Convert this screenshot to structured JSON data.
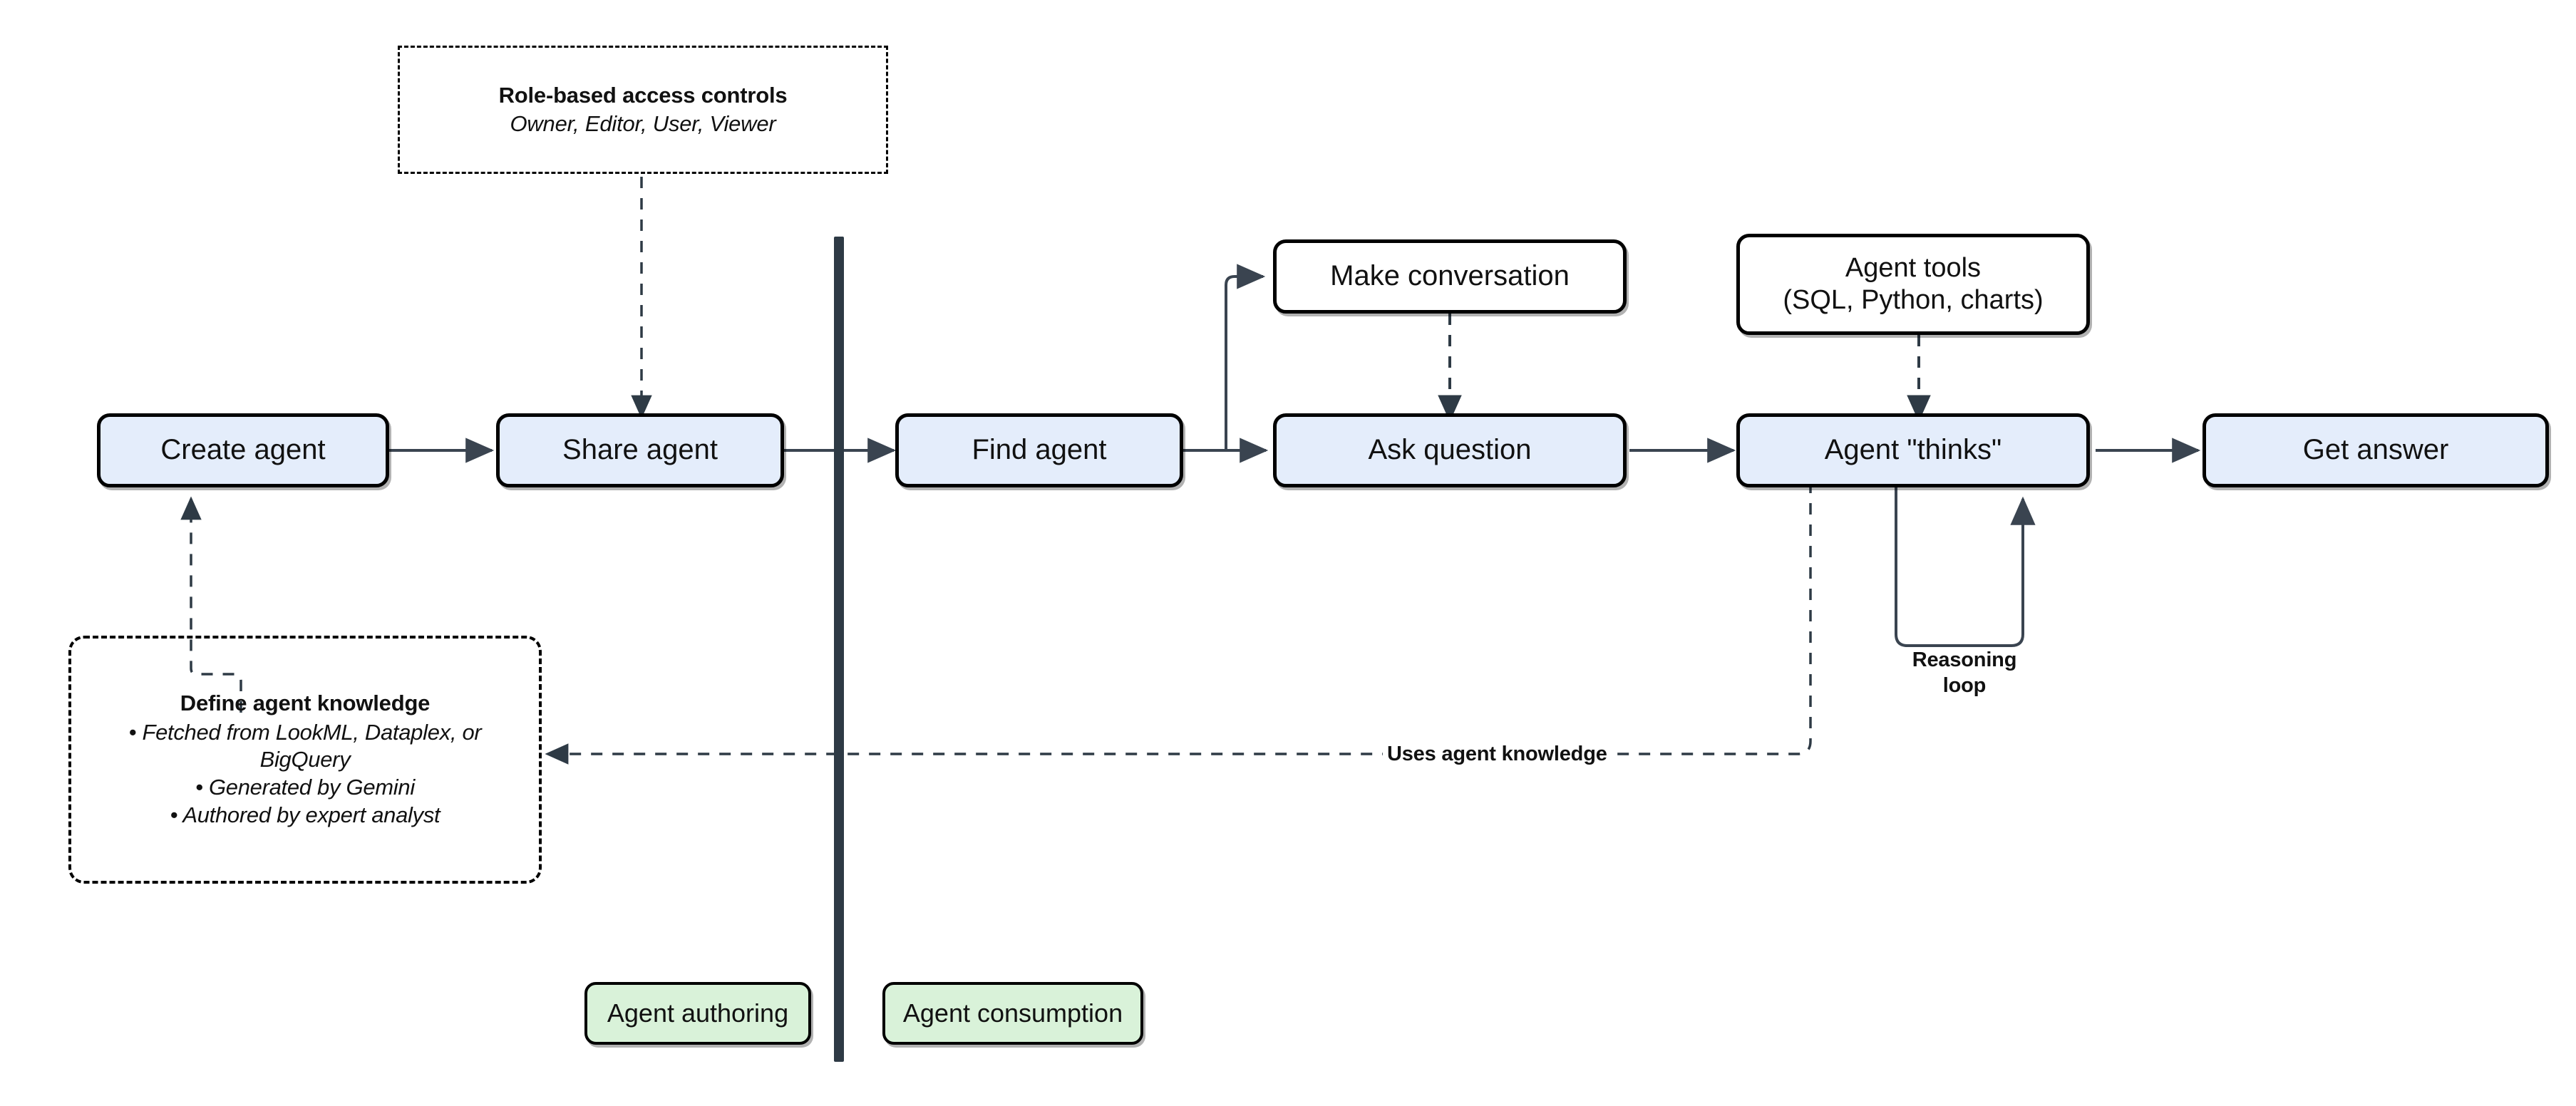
{
  "diagram": {
    "title": "Agent authoring and consumption lifecycle",
    "colors": {
      "process_fill": "#E4EDFB",
      "plain_fill": "#FFFFFF",
      "legend_fill": "#D9F2D9",
      "stroke": "#000000",
      "connector": "#3A4450",
      "divider": "#2E3A45"
    }
  },
  "authoring": {
    "nodes": [
      {
        "id": "create-agent",
        "label": "Create agent"
      },
      {
        "id": "share-agent",
        "label": "Share agent"
      }
    ]
  },
  "consumption": {
    "nodes": [
      {
        "id": "find-agent",
        "label": "Find agent"
      },
      {
        "id": "make-conversation",
        "label": "Make conversation"
      },
      {
        "id": "ask-question",
        "label": "Ask question"
      },
      {
        "id": "agent-tools",
        "label": "Agent tools\n(SQL, Python, charts)",
        "line1": "Agent tools",
        "line2": "(SQL, Python, charts)"
      },
      {
        "id": "agent-thinks",
        "label": "Agent \"thinks\""
      },
      {
        "id": "get-answer",
        "label": "Get answer"
      }
    ]
  },
  "notes": {
    "rbac": {
      "title": "Role-based access controls",
      "subtitle": "Owner, Editor, User, Viewer"
    },
    "knowledge": {
      "title": "Define agent knowledge",
      "bullets": [
        "Fetched from LookML, Dataplex, or BigQuery",
        "Generated by Gemini",
        "Authored by expert analyst"
      ]
    }
  },
  "connector_labels": {
    "reasoning_loop_line1": "Reasoning",
    "reasoning_loop_line2": "loop",
    "uses_agent_knowledge": "Uses agent knowledge"
  },
  "legend": {
    "items": [
      {
        "id": "agent-authoring",
        "label": "Agent authoring"
      },
      {
        "id": "agent-consumption",
        "label": "Agent consumption"
      }
    ]
  }
}
